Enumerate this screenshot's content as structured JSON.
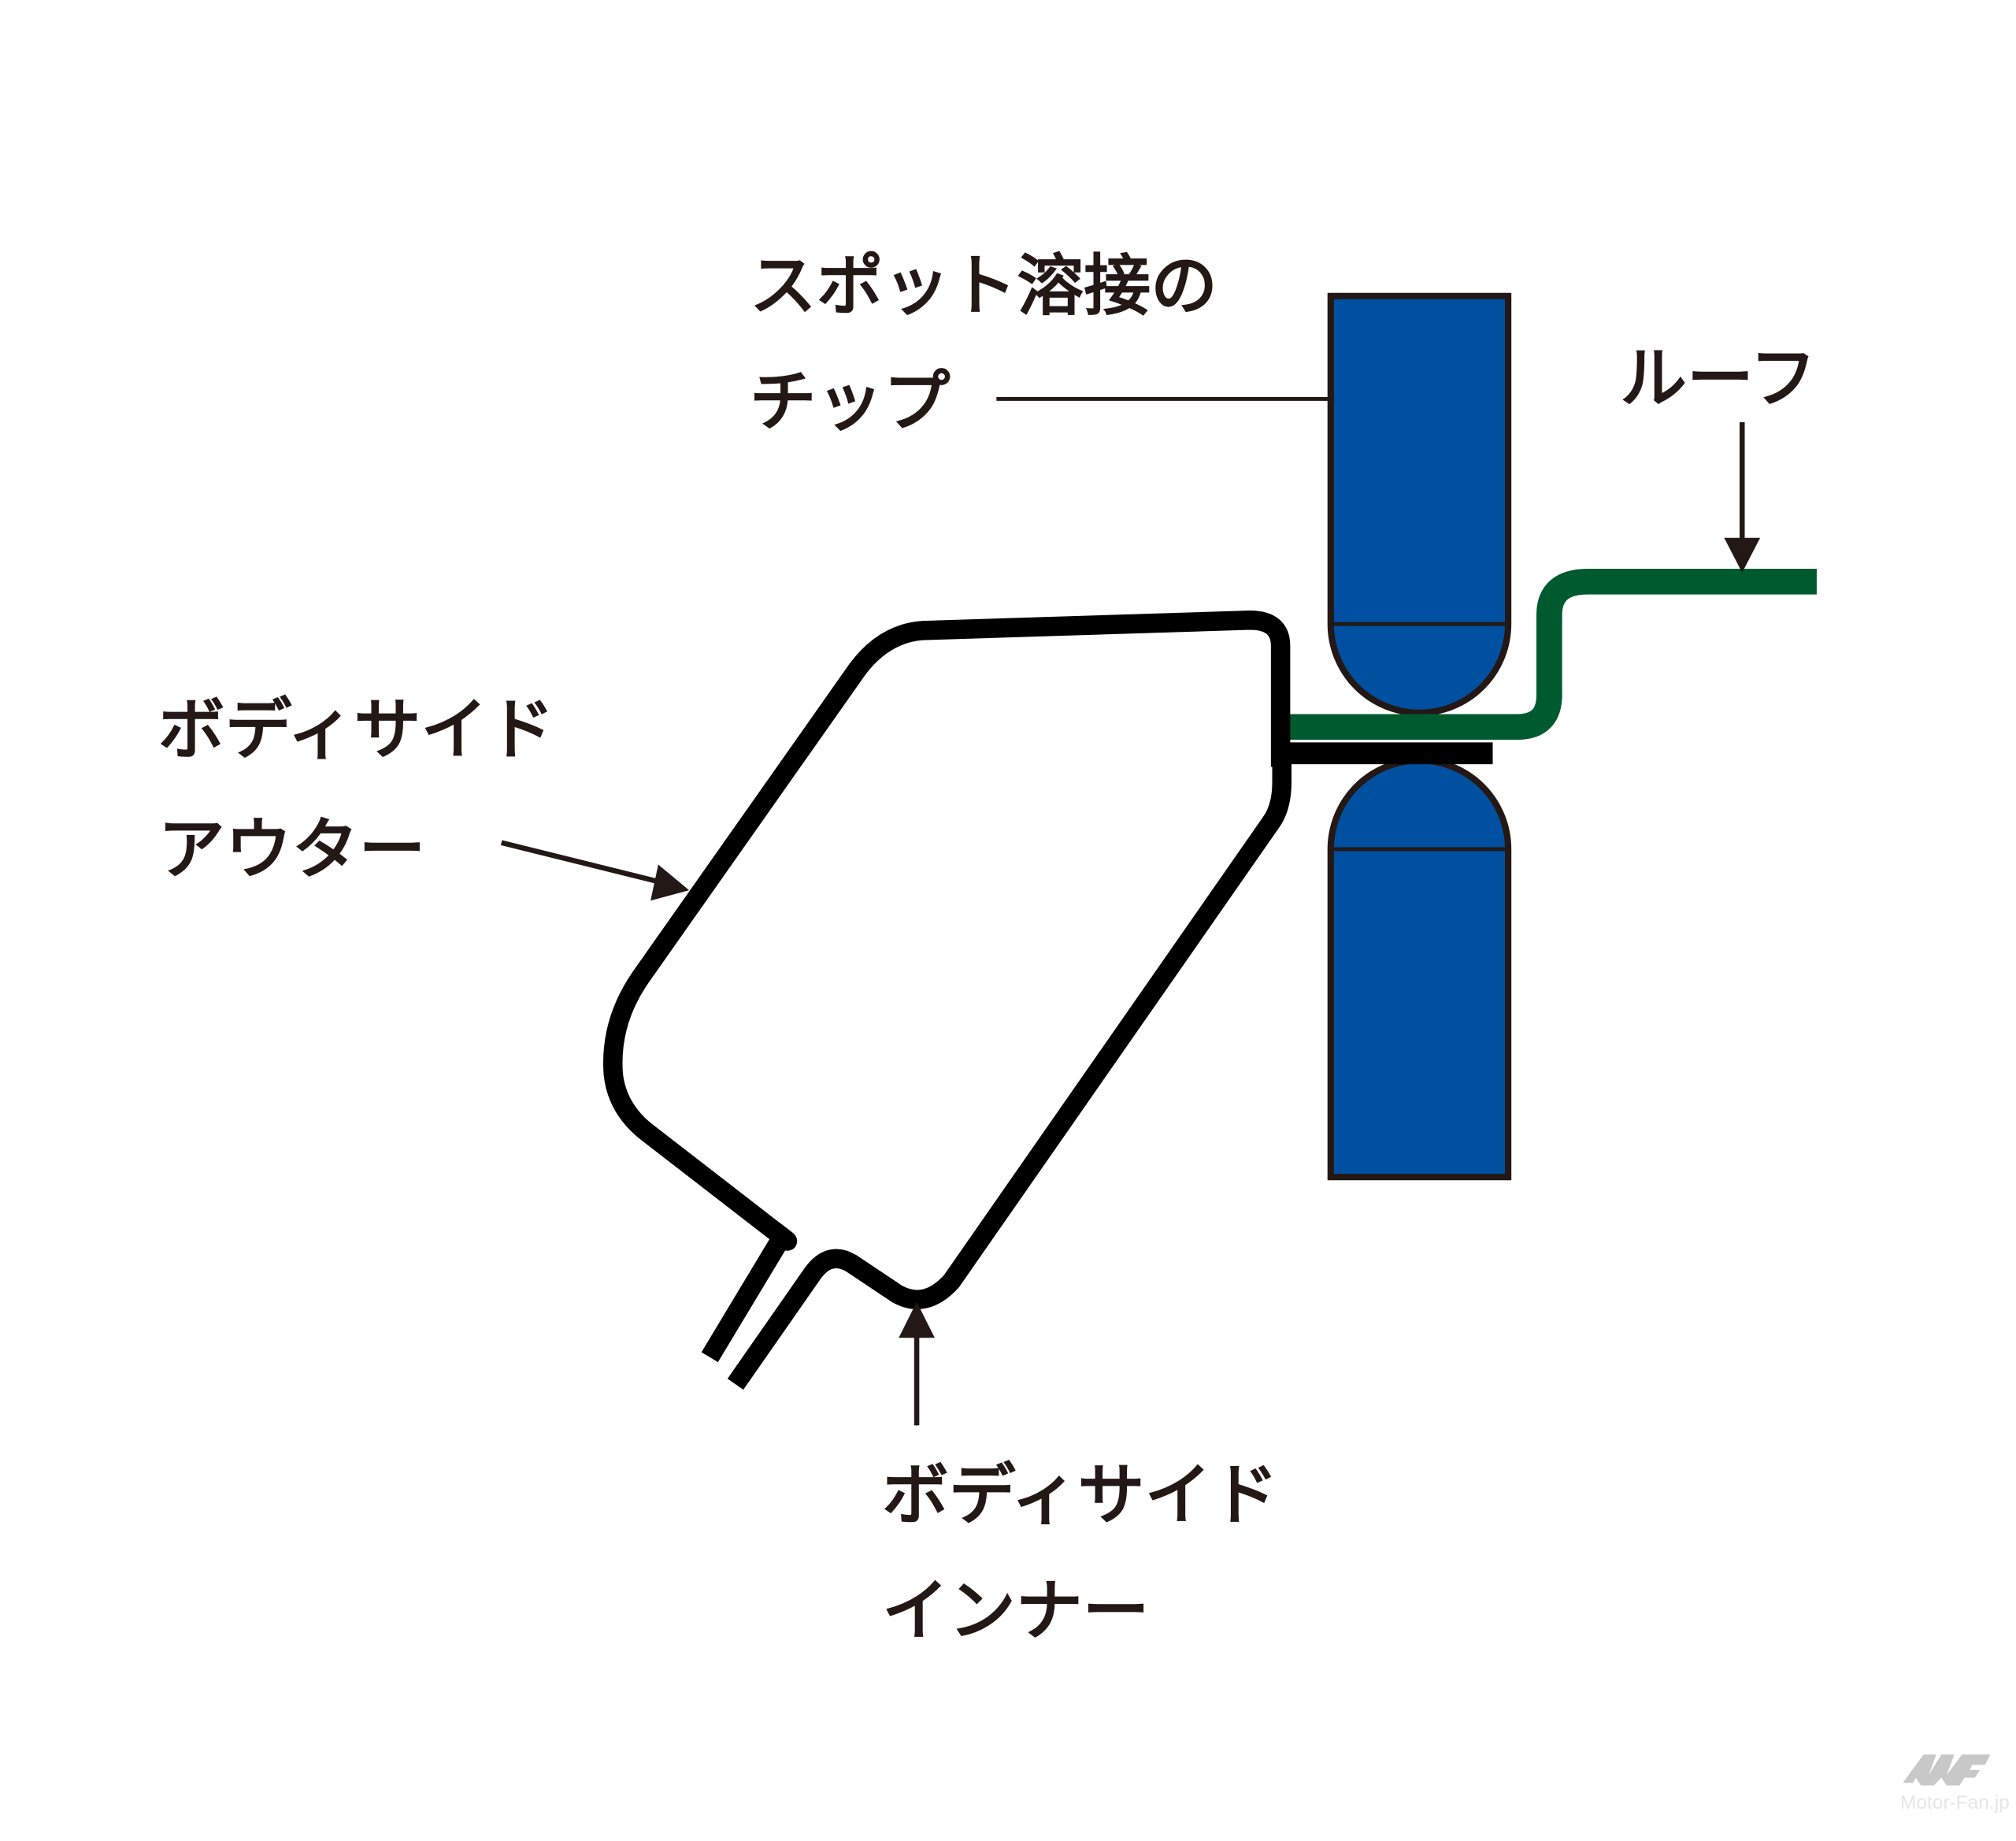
{
  "labels": {
    "tip_line1": "スポット溶接の",
    "tip_line2": "チップ",
    "roof": "ルーフ",
    "outer_line1": "ボディサイド",
    "outer_line2": "アウター",
    "inner_line1": "ボディサイド",
    "inner_line2": "インナー"
  },
  "logo": {
    "text": "Motor-Fan.jp"
  },
  "colors": {
    "electrode": "#0050a2",
    "roof": "#005a30",
    "panel": "#000000"
  }
}
